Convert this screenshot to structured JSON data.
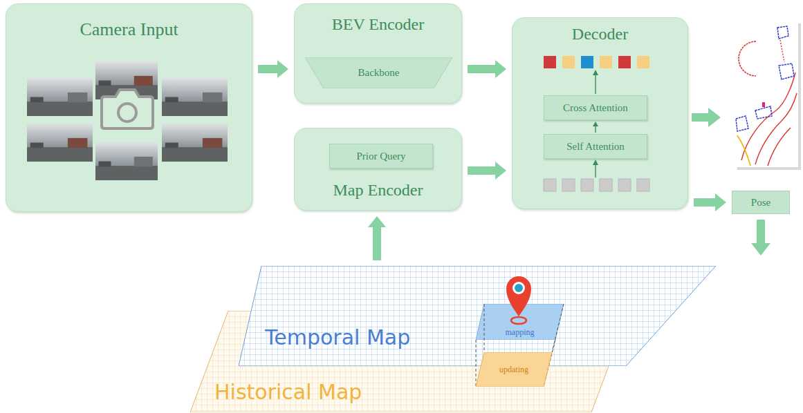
{
  "diagram": {
    "nodes": [
      {
        "text": [
          "Camera Input"
        ]
      },
      {
        "text": [
          "BEV Encoder"
        ]
      },
      {
        "text": [
          "Backbone"
        ],
        "in": 1
      },
      {
        "text": [
          "Map Encoder"
        ]
      },
      {
        "text": [
          "Prior Query"
        ],
        "in": 3
      },
      {
        "text": [
          "Decoder"
        ]
      },
      {
        "text": [
          "Cross Attention"
        ],
        "in": 5
      },
      {
        "text": [
          "Self Attention"
        ],
        "in": 5
      },
      {
        "text": [
          "Pose"
        ]
      },
      {
        "text": [
          "Temporal Map"
        ]
      },
      {
        "text": [
          "mapping"
        ],
        "in": 9
      },
      {
        "text": [
          "Historical Map"
        ]
      },
      {
        "text": [
          "updating"
        ],
        "in": 11
      }
    ],
    "edges": [
      {
        "from": 0,
        "to": 1,
        "arrow": "to"
      },
      {
        "from": 1,
        "to": 5,
        "arrow": "to"
      },
      {
        "from": 3,
        "to": 5,
        "arrow": "to"
      },
      {
        "from": 7,
        "to": 6,
        "arrow": "to"
      },
      {
        "from": 5,
        "to": 8,
        "arrow": "to"
      },
      {
        "from": 9,
        "to": 3,
        "arrow": "to"
      }
    ]
  }
}
